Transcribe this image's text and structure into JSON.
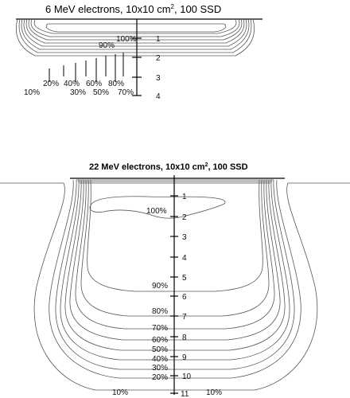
{
  "panel_top": {
    "title_main": "6 MeV electrons, 10x10 cm",
    "title_sup": "2",
    "title_tail": ", 100 SSD",
    "depth_ticks": [
      "1",
      "2",
      "3",
      "4"
    ],
    "isodose_labels": {
      "p100": "100%",
      "p90": "90%",
      "p80": "80%",
      "p70": "70%",
      "p60": "60%",
      "p50": "50%",
      "p40": "40%",
      "p30": "30%",
      "p20": "20%",
      "p10": "10%"
    }
  },
  "panel_bottom": {
    "title_main": "22 MeV electrons, 10x10 cm",
    "title_sup": "2",
    "title_tail": ", 100 SSD",
    "depth_ticks": [
      "1",
      "2",
      "3",
      "4",
      "5",
      "6",
      "7",
      "8",
      "9",
      "10",
      "11"
    ],
    "isodose_labels": {
      "p100": "100%",
      "p90": "90%",
      "p80": "80%",
      "p70": "70%",
      "p60": "60%",
      "p50": "50%",
      "p40": "40%",
      "p30": "30%",
      "p20": "20%",
      "p10_left": "10%",
      "p10_right": "10%"
    }
  }
}
